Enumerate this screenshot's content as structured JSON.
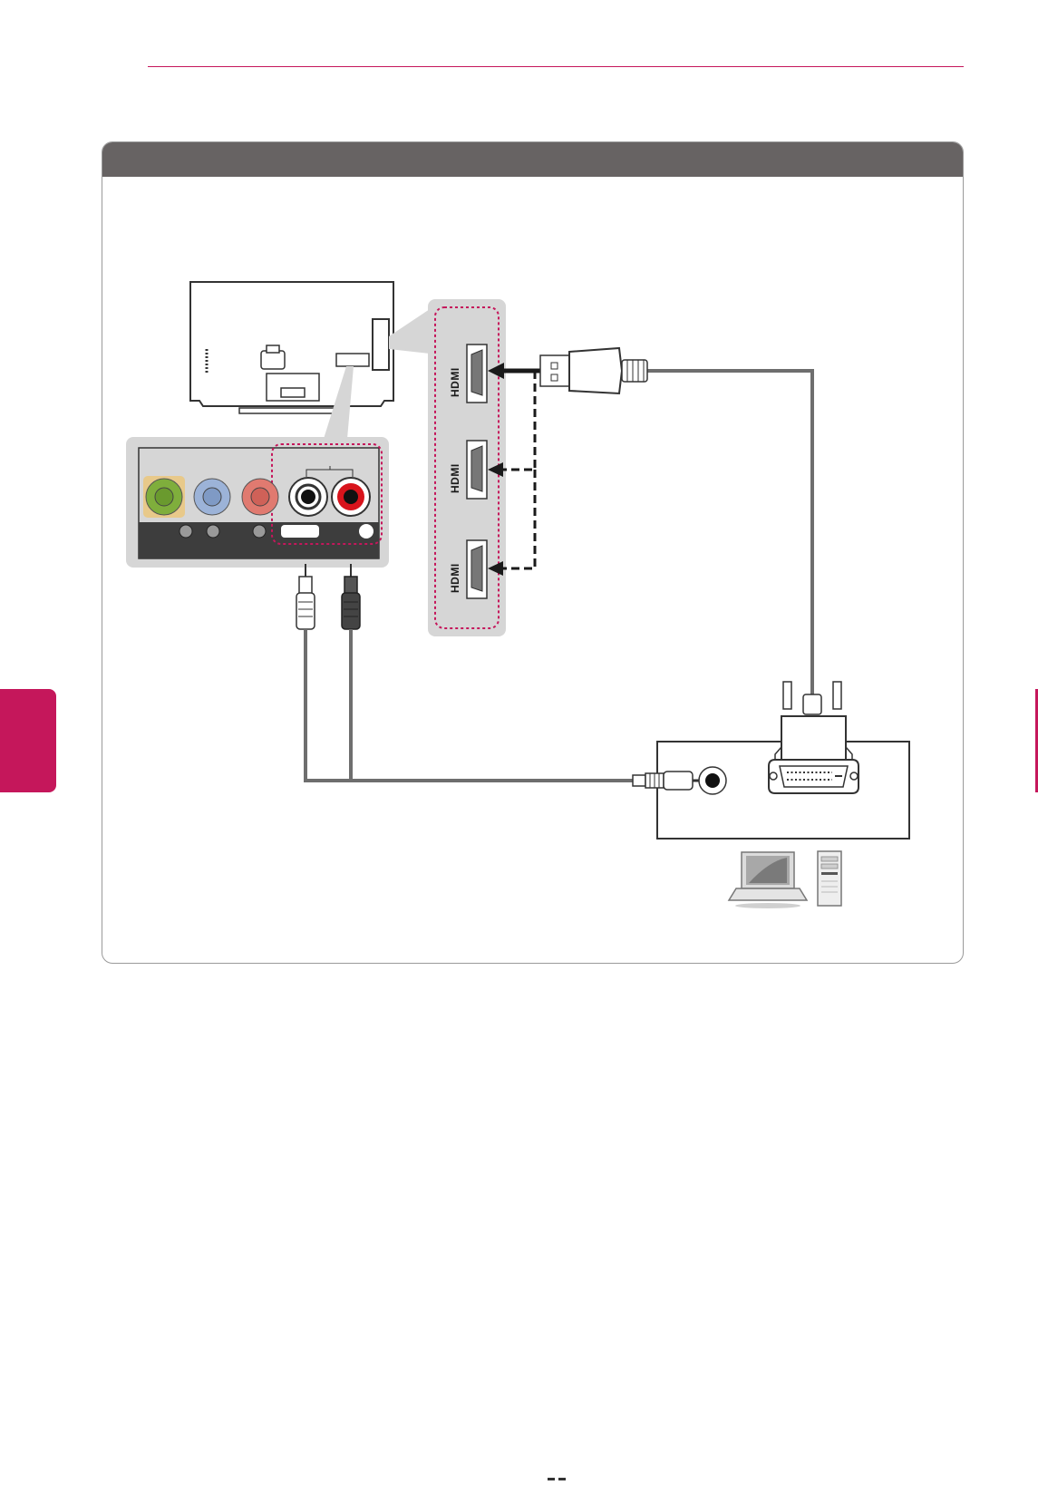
{
  "hdmi_ports": [
    {
      "logo_text": "HDMI"
    },
    {
      "logo_text": "HDMI"
    },
    {
      "logo_text": "HDMI"
    }
  ],
  "colors": {
    "accent": "#c5175b",
    "header_bar": "#676363",
    "port_panel": "#d6d6d6",
    "cable": "#6e6e6e"
  }
}
